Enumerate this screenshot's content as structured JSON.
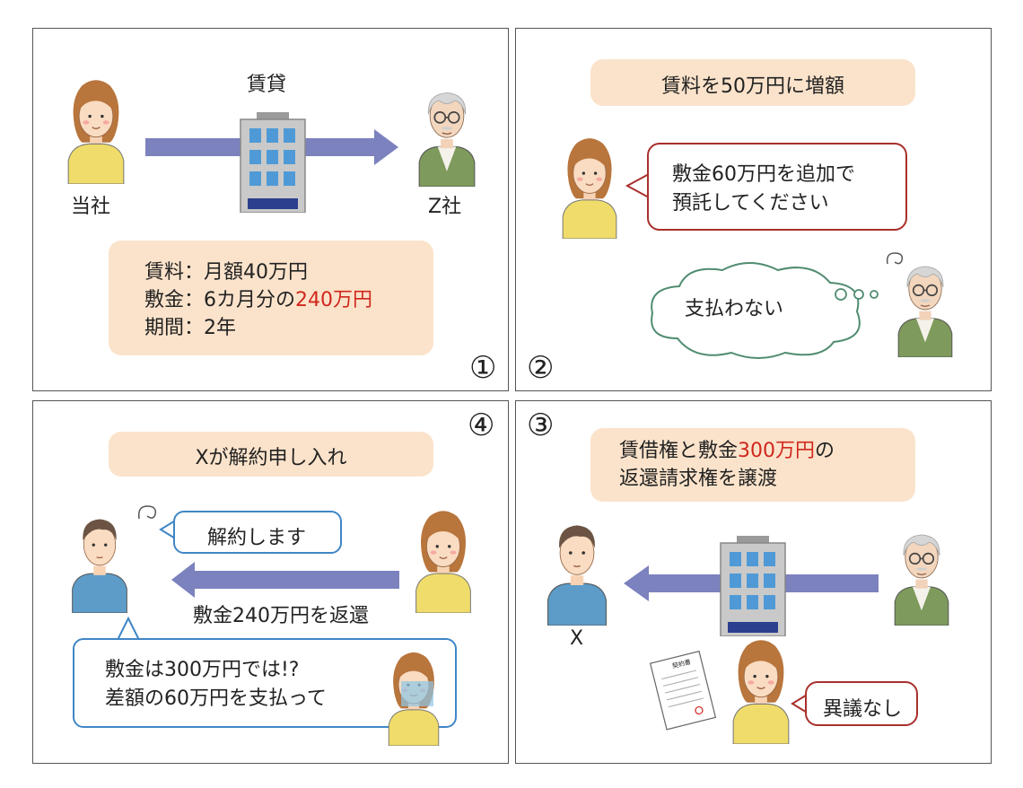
{
  "panel1": {
    "number": "①",
    "building_label": "賃貸",
    "left_label": "当社",
    "right_label": "Z社",
    "terms": [
      {
        "label": "賃料：",
        "value": "月額40万円",
        "highlight": ""
      },
      {
        "label": "敷金：",
        "value": "6カ月分の",
        "highlight": "240万円"
      },
      {
        "label": "期間：",
        "value": "2年",
        "highlight": ""
      }
    ]
  },
  "panel2": {
    "number": "②",
    "header": "賃料を50万円に増額",
    "speech_line1": "敷金60万円を追加で",
    "speech_line2": "預託してください",
    "thought": "支払わない"
  },
  "panel3": {
    "number": "③",
    "header_part1": "賃借権と敷金",
    "header_highlight": "300万円",
    "header_part2": "の",
    "header_line2": "返還請求権を譲渡",
    "x_label": "X",
    "speech": "異議なし",
    "contract_title": "契約書"
  },
  "panel4": {
    "number": "④",
    "header": "Xが解約申し入れ",
    "speech_top": "解約します",
    "arrow_label": "敷金240万円を返還",
    "bottom_line1": "敷金は300万円では!?",
    "bottom_line2": "差額の60万円を支払って"
  },
  "colors": {
    "arrow": "#7c82be",
    "orange_box": "#fbe3cb",
    "highlight_red": "#d0271d",
    "bubble_red_border": "#a8302c",
    "bubble_blue_border": "#3f86c6",
    "thought_border": "#4f8c70"
  }
}
